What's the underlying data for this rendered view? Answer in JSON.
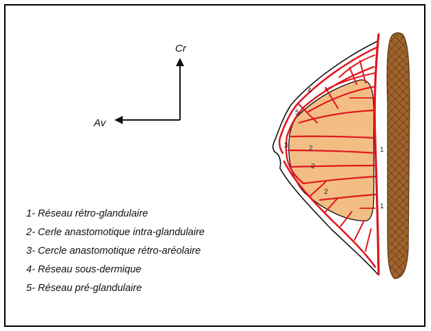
{
  "orientation": {
    "cranial_label": "Cr",
    "anterior_label": "Av"
  },
  "legend": [
    "1- Réseau rétro-glandulaire",
    "2- Cerle anastomotique intra-glandulaire",
    "3- Cercle anastomotique rétro-aréolaire",
    "4- Réseau sous-dermique",
    "5- Réseau pré-glandulaire"
  ],
  "markers": {
    "retro_glandular_top": "1",
    "retro_glandular_bottom": "1",
    "intra_glandular_1": "2",
    "intra_glandular_2": "2",
    "intra_glandular_3": "2",
    "retro_areolar": "3",
    "sub_dermal": "4",
    "pre_glandular": "5"
  },
  "colors": {
    "vessels": "#e0161e",
    "gland": "#f2be86",
    "muscle": "#a0642c",
    "outline": "#111111"
  }
}
